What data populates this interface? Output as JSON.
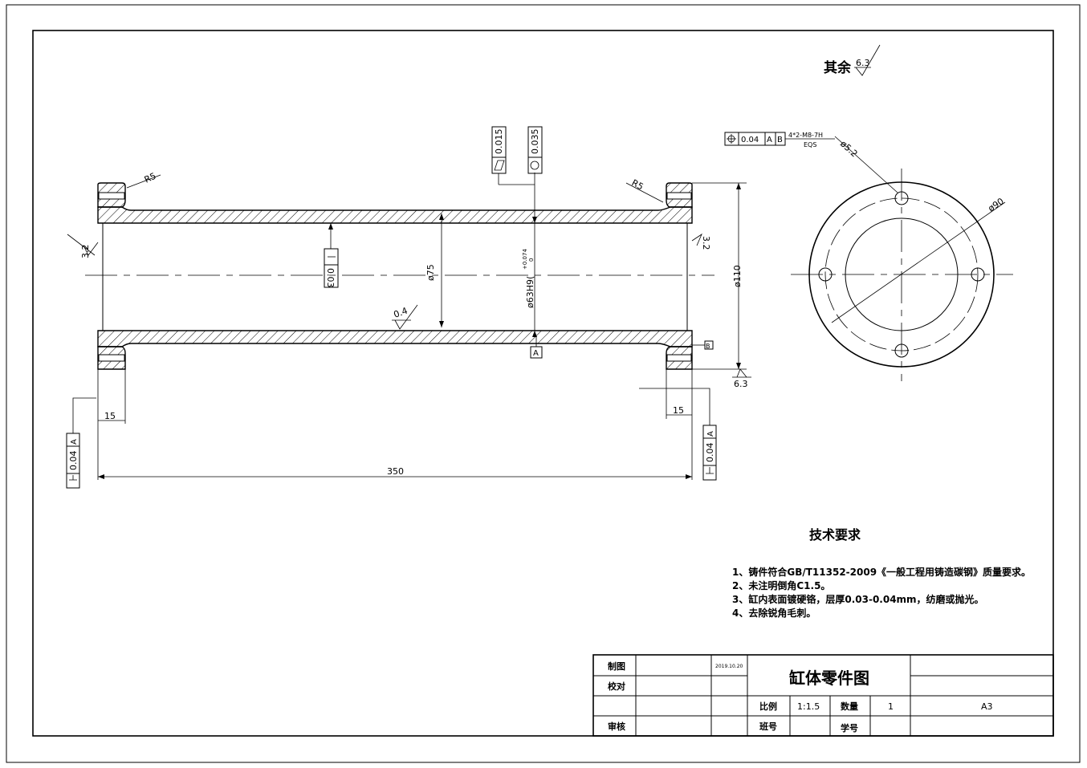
{
  "surface_finish_note": {
    "label": "其余",
    "value": "6.3"
  },
  "tolerances": {
    "parallelism": "0.015",
    "circularity": "0.035",
    "straightness_center": "0.03",
    "perp_left": "0.04",
    "perp_left_datum": "A",
    "perp_right": "0.04",
    "perp_right_datum": "A",
    "position_value": "0.04",
    "position_datum_a": "A",
    "position_datum_b": "B",
    "datum_a": "A",
    "datum_b": "B"
  },
  "dimensions": {
    "r5_left": "R5",
    "r5_right": "R5",
    "dia75": "ø75",
    "bore": "ø63H9(",
    "bore_tol_upper": "+0.074",
    "bore_tol_lower": "0",
    "dia110": "ø110",
    "dia90": "ø90",
    "dia52": "ø5.2",
    "len350": "350",
    "flange_left": "15",
    "flange_right": "15",
    "ra_left": "3.2",
    "ra_right": "3.2",
    "ra_inner": "0.4",
    "ra_right_bottom": "6.3",
    "holes_spec": "4*2-M8-7H",
    "holes_eqs": "EQS"
  },
  "tech_requirements": {
    "heading": "技术要求",
    "items": [
      "1、铸件符合GB/T11352-2009《一般工程用铸造碳钢》质量要求。",
      "2、未注明倒角C1.5。",
      "3、缸内表面镀硬铬，层厚0.03-0.04mm，纺磨或抛光。",
      "4、去除锐角毛刺。"
    ]
  },
  "title_block": {
    "drawn_label": "制图",
    "checked_label": "校对",
    "approved_label": "审核",
    "date": "2019.10.20",
    "title": "缸体零件图",
    "scale_label": "比例",
    "scale_value": "1:1.5",
    "qty_label": "数量",
    "qty_value": "1",
    "class_label": "班号",
    "student_label": "学号",
    "sheet": "A3"
  }
}
